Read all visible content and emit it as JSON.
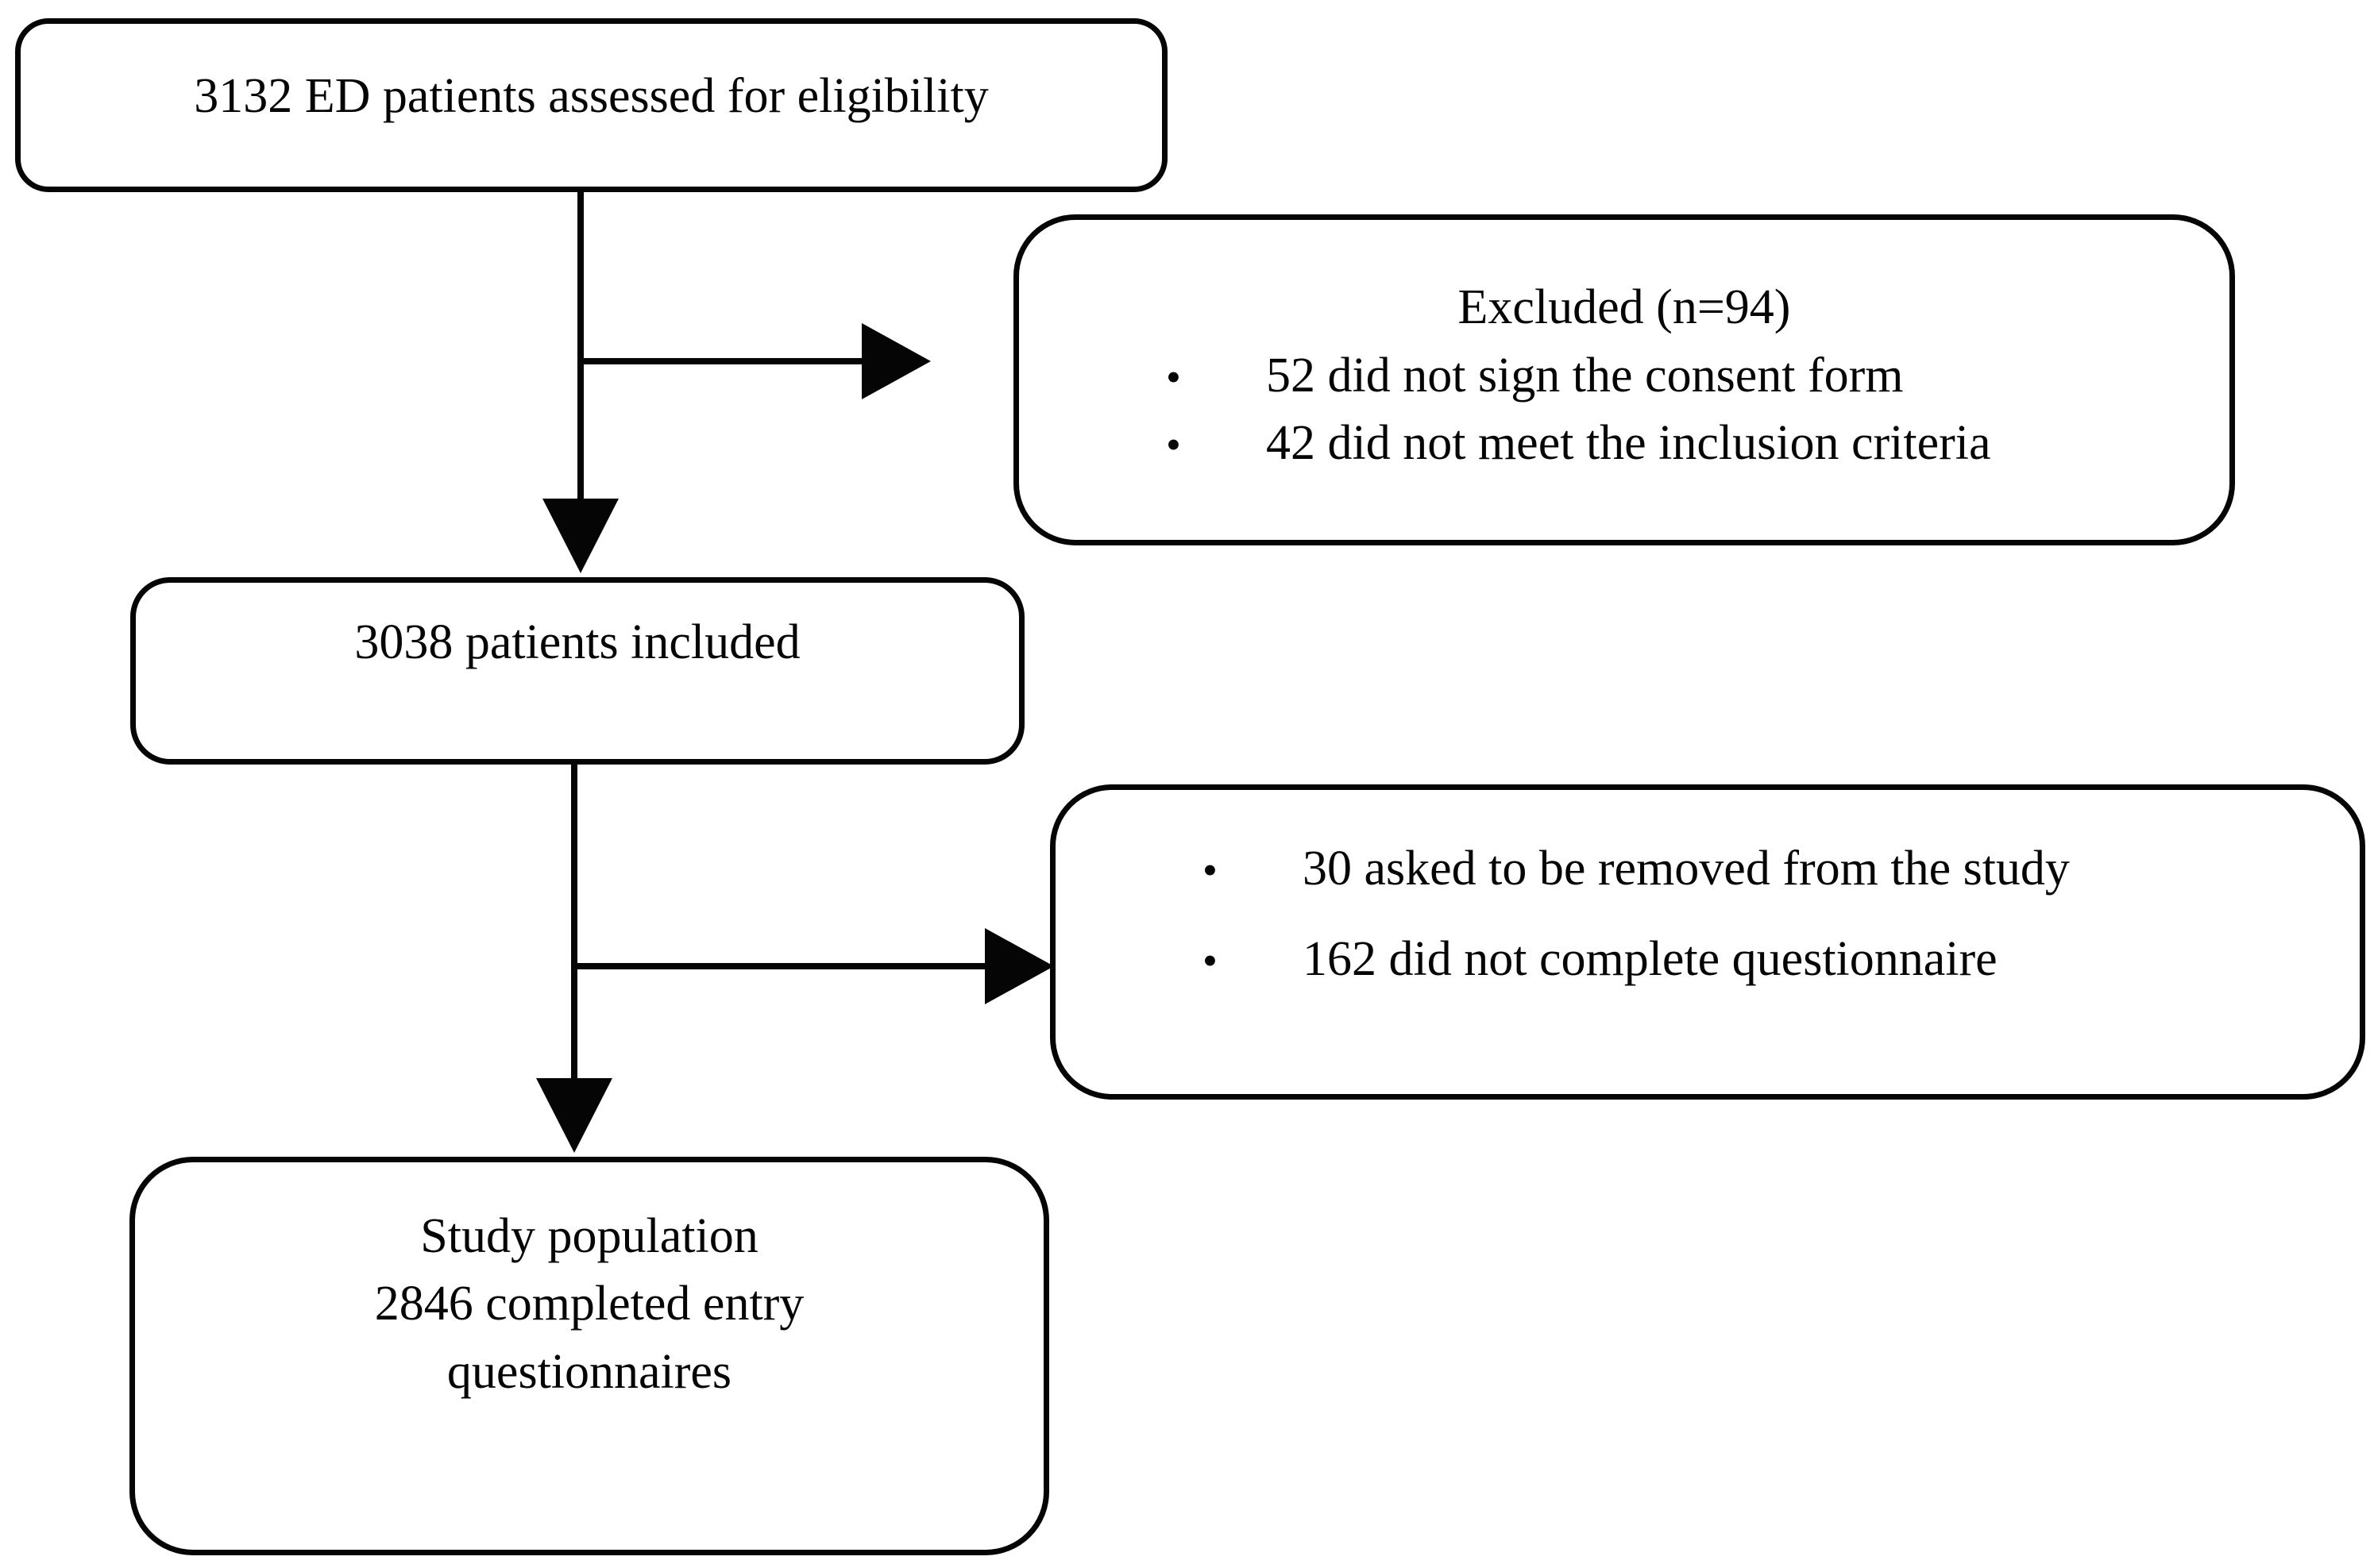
{
  "diagram": {
    "kind": "patient-flow-chart",
    "edges": [
      {
        "from": "assessed",
        "to": "included",
        "style": "vertical-arrow"
      },
      {
        "from": "assessed",
        "to": "excluded",
        "style": "right-branch-arrow"
      },
      {
        "from": "included",
        "to": "study_population",
        "style": "vertical-arrow"
      },
      {
        "from": "included",
        "to": "dropouts",
        "style": "right-branch-arrow"
      }
    ]
  },
  "glyphs": {
    "bullet": "•"
  },
  "colors": {
    "line": "#050505",
    "text": "#050505",
    "background": "#ffffff"
  },
  "boxes": {
    "assessed": {
      "label": "3132 ED patients assessed for eligibility"
    },
    "excluded": {
      "heading": "Excluded (n=94)",
      "bullets": [
        "52 did not sign the consent form",
        "42 did not meet the inclusion criteria"
      ]
    },
    "included": {
      "label": "3038 patients included"
    },
    "dropouts": {
      "bullets": [
        "30 asked to be removed from the study",
        "162 did not complete questionnaire"
      ]
    },
    "study_population": {
      "lines": [
        "Study population",
        "2846 completed entry",
        "questionnaires"
      ]
    }
  }
}
